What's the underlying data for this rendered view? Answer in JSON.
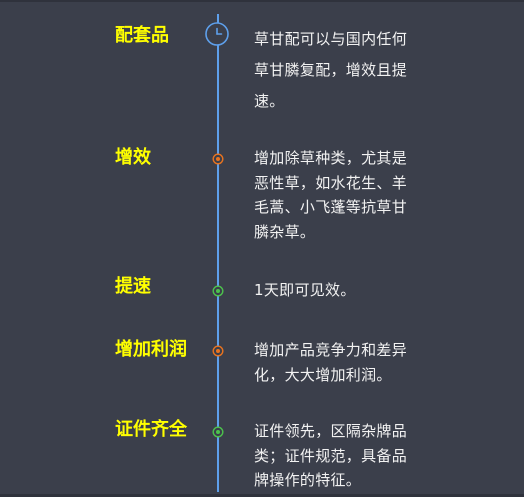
{
  "timeline": {
    "line_color": "#5ea0ec",
    "title_color": "#ffff00",
    "items": [
      {
        "title": "配套品",
        "icon": "clock-icon",
        "lines": [
          "草甘配可以与国内任何",
          "草甘膦复配，增效且提",
          "速。"
        ]
      },
      {
        "title": "增效",
        "icon": "orange-dot-icon",
        "color": "#e8731f",
        "lines": [
          "增加除草种类，尤其是",
          "恶性草，如水花生、羊",
          "毛蒿、小飞蓬等抗草甘",
          "膦杂草。"
        ]
      },
      {
        "title": "提速",
        "icon": "green-dot-icon",
        "color": "#4cc24c",
        "lines": [
          "1天即可见效。"
        ]
      },
      {
        "title": "增加利润",
        "icon": "orange-dot-icon",
        "color": "#e8731f",
        "lines": [
          "增加产品竞争力和差异",
          "化，大大增加利润。"
        ]
      },
      {
        "title": "证件齐全",
        "icon": "green-dot-icon",
        "color": "#4cc24c",
        "lines": [
          "证件领先，区隔杂牌品",
          "类；证件规范，具备品",
          "牌操作的特征。"
        ]
      }
    ]
  }
}
